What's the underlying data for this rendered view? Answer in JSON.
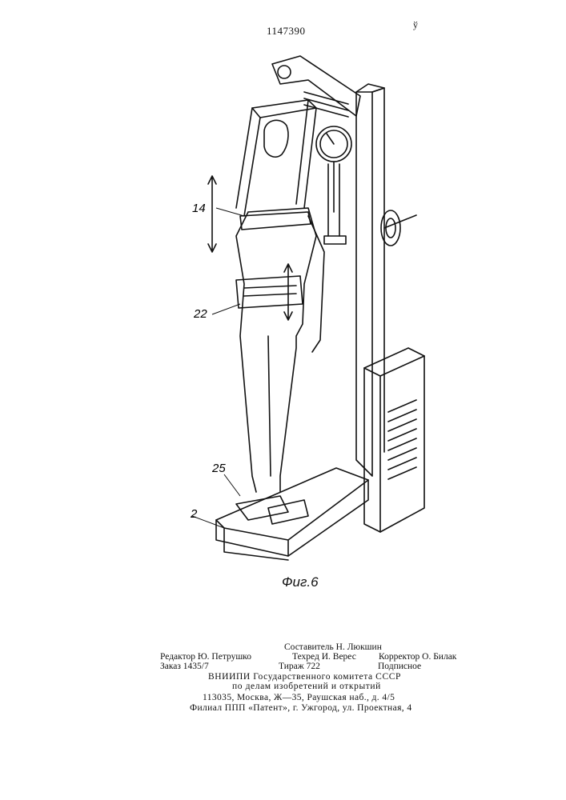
{
  "header": {
    "patent_number": "1147390",
    "corner_mark": "ў"
  },
  "figure": {
    "labels": {
      "l14": "14",
      "l22": "22",
      "l25": "25",
      "l2": "2"
    },
    "caption": "Фиг.6"
  },
  "credits": {
    "compiler": "Составитель Н. Люкшин",
    "editor": "Редактор Ю. Петрушко",
    "techred": "Техред И. Верес",
    "corrector": "Корректор О. Билак",
    "order": "Заказ 1435/7",
    "circulation": "Тираж 722",
    "subscription": "Подписное",
    "org_line1": "ВНИИПИ Государственного комитета СССР",
    "org_line2": "по делам изобретений и открытий",
    "address": "113035, Москва, Ж—35, Раушская наб., д. 4/5",
    "branch": "Филиал ППП «Патент», г. Ужгород, ул. Проектная, 4"
  }
}
